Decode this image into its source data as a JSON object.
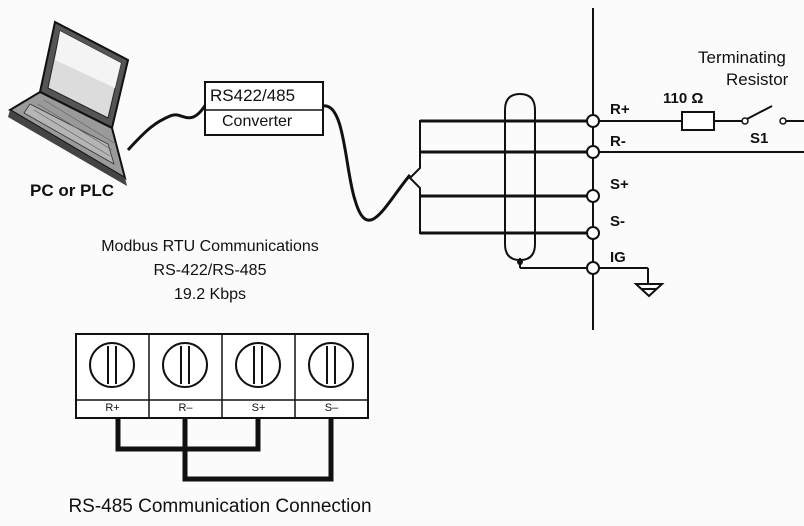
{
  "pc_label": "PC or PLC",
  "converter": {
    "line1": "RS422/485",
    "line2": "Converter"
  },
  "comm_info": {
    "line1": "Modbus RTU Communications",
    "line2": "RS-422/RS-485",
    "line3": "19.2 Kbps"
  },
  "terminals": [
    "R+",
    "R-",
    "S+",
    "S-",
    "IG"
  ],
  "resistor": {
    "value": "110 Ω",
    "title_line1": "Terminating",
    "title_line2": "Resistor",
    "switch": "S1"
  },
  "terminal_block": {
    "labels": [
      "R+",
      "R–",
      "S+",
      "S–"
    ]
  },
  "bottom_caption": "RS-485 Communication Connection"
}
